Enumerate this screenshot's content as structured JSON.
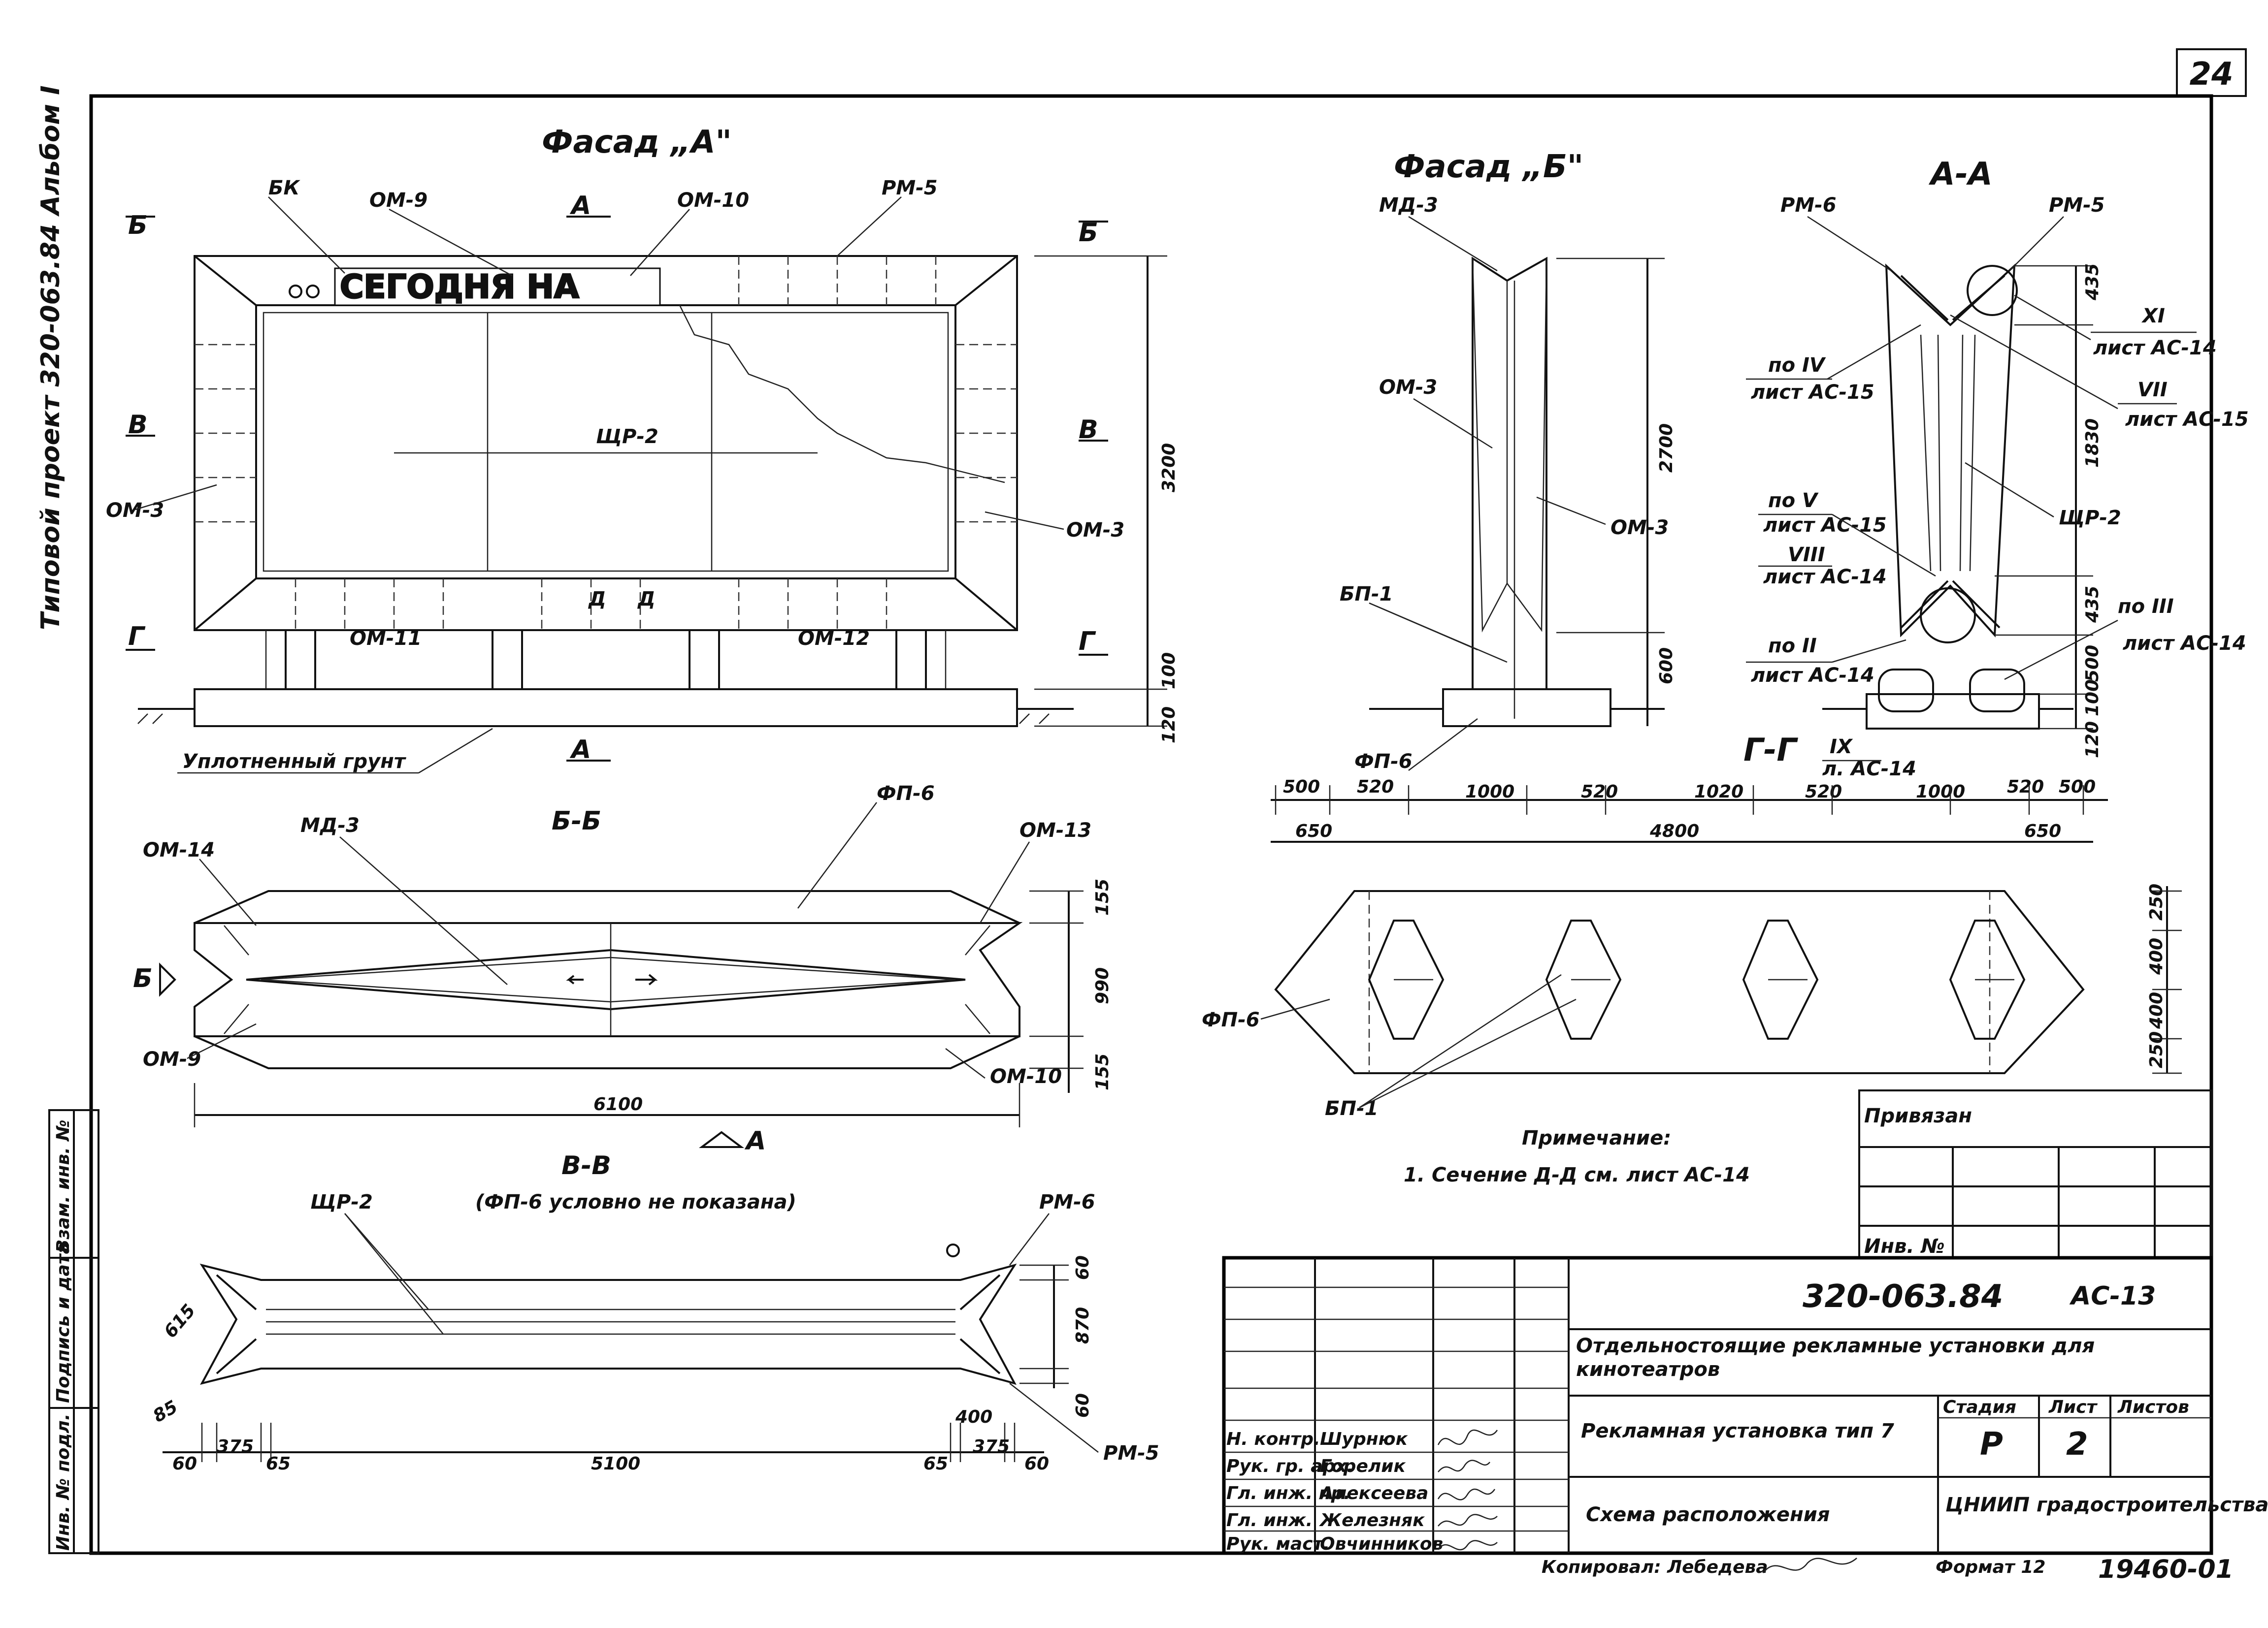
{
  "sheet": {
    "page_number": "24",
    "side_title": "Типовой проект 320-063.84 Альбом I",
    "stamp": "19460-01",
    "format": "Формат 12",
    "copied_by": "Копировал: Лебедева"
  },
  "views": {
    "facade_a": {
      "title": "Фасад „А\"",
      "sign_text": "СЕГОДНЯ НА",
      "labels": [
        "БК",
        "ОМ-9",
        "ОМ-10",
        "РМ-5",
        "ОМ-3",
        "ОМ-3",
        "ЩР-2",
        "ОМ-11",
        "ОМ-12",
        "Б",
        "Б",
        "В",
        "В",
        "Г",
        "Г",
        "А",
        "А"
      ],
      "dims": [
        "3200",
        "100",
        "120"
      ],
      "ground": "Уплотненный грунт",
      "section_marks": [
        "Д",
        "Д"
      ]
    },
    "facade_b": {
      "title": "Фасад „Б\"",
      "labels": [
        "МД-3",
        "ОМ-3",
        "ОМ-3",
        "БП-1",
        "ФП-6"
      ],
      "dims": [
        "2700",
        "600"
      ]
    },
    "section_aa": {
      "title": "А-А",
      "labels": [
        "РМ-6",
        "РМ-5",
        "ЩР-2"
      ],
      "refs": [
        {
          "top": "по IV",
          "bottom": "лист АС-15"
        },
        {
          "top": "XI",
          "bottom": "лист АС-14"
        },
        {
          "top": "VII",
          "bottom": "лист АС-15"
        },
        {
          "top": "по V",
          "bottom": "лист АС-15"
        },
        {
          "top": "VIII",
          "bottom": "лист АС-14"
        },
        {
          "top": "по II",
          "bottom": "лист АС-14"
        },
        {
          "top": "по III",
          "bottom": "лист АС-14"
        },
        {
          "top": "IX",
          "bottom": "л. АС-14"
        }
      ],
      "dims": [
        "435",
        "1830",
        "435",
        "500",
        "100",
        "120"
      ],
      "section_mark": "Г-Г"
    },
    "plan_dims": {
      "top_row": [
        "500",
        "520",
        "1000",
        "520",
        "1020",
        "520",
        "1000",
        "520",
        "500"
      ],
      "second_row": [
        "650",
        "4800",
        "650"
      ],
      "right_col": [
        "250",
        "400",
        "400",
        "250"
      ],
      "labels": [
        "ФП-6",
        "БП-1"
      ]
    },
    "section_bb": {
      "title": "Б-Б",
      "labels": [
        "МД-3",
        "ФП-6",
        "ОМ-14",
        "ОМ-13",
        "ОМ-9",
        "ОМ-10",
        "Б"
      ],
      "dims": [
        "155",
        "990",
        "155",
        "6100"
      ],
      "arrow_label": "А"
    },
    "section_vv": {
      "title": "В-В",
      "subtitle": "(ФП-6 условно не показана)",
      "labels": [
        "ЩР-2",
        "РМ-6",
        "РМ-5"
      ],
      "dims": [
        "60",
        "870",
        "60",
        "615",
        "85",
        "400"
      ],
      "bottom_dims": [
        "60",
        "375",
        "65",
        "5100",
        "65",
        "375",
        "60"
      ]
    },
    "note": {
      "title": "Примечание:",
      "text": "1. Сечение Д-Д см. лист АС-14"
    }
  },
  "title_block": {
    "privyazan": "Привязан",
    "inv_no": "Инв. №",
    "code": "320-063.84",
    "sheet_code": "АС-13",
    "object": "Отдельностоящие рекламные установки для кинотеатров",
    "drawing": "Рекламная установка тип 7",
    "scheme": "Схема расположения",
    "organization": "ЦНИИП градостроительства",
    "col_headers": [
      "Стадия",
      "Лист",
      "Листов"
    ],
    "stage": "Р",
    "sheet": "2",
    "sheets": "",
    "people": [
      {
        "role": "Н. контр.",
        "name": "Шурнюк"
      },
      {
        "role": "Рук. гр. арх.",
        "name": "Горелик"
      },
      {
        "role": "Гл. инж. пр.",
        "name": "Алексеева"
      },
      {
        "role": "Гл. инж.",
        "name": "Железняк"
      },
      {
        "role": "Рук. маст.",
        "name": "Овчинников"
      }
    ]
  },
  "side_stamp": [
    "Инв. № подл.",
    "Подпись и дата",
    "Взам. инв. №"
  ]
}
